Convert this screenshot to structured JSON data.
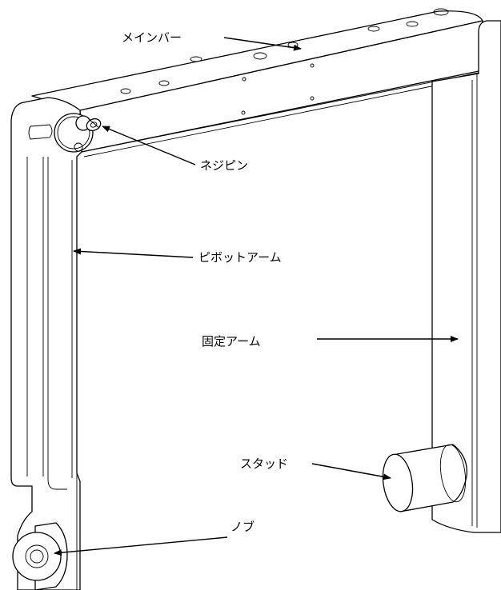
{
  "labels": {
    "main_bar": "メインバー",
    "screw_pin": "ネジピン",
    "pivot_arm": "ピボットアーム",
    "fixed_arm": "固定アーム",
    "stud": "スタッド",
    "knob": "ノブ"
  },
  "colors": {
    "line": "#000000",
    "background": "#ffffff"
  }
}
